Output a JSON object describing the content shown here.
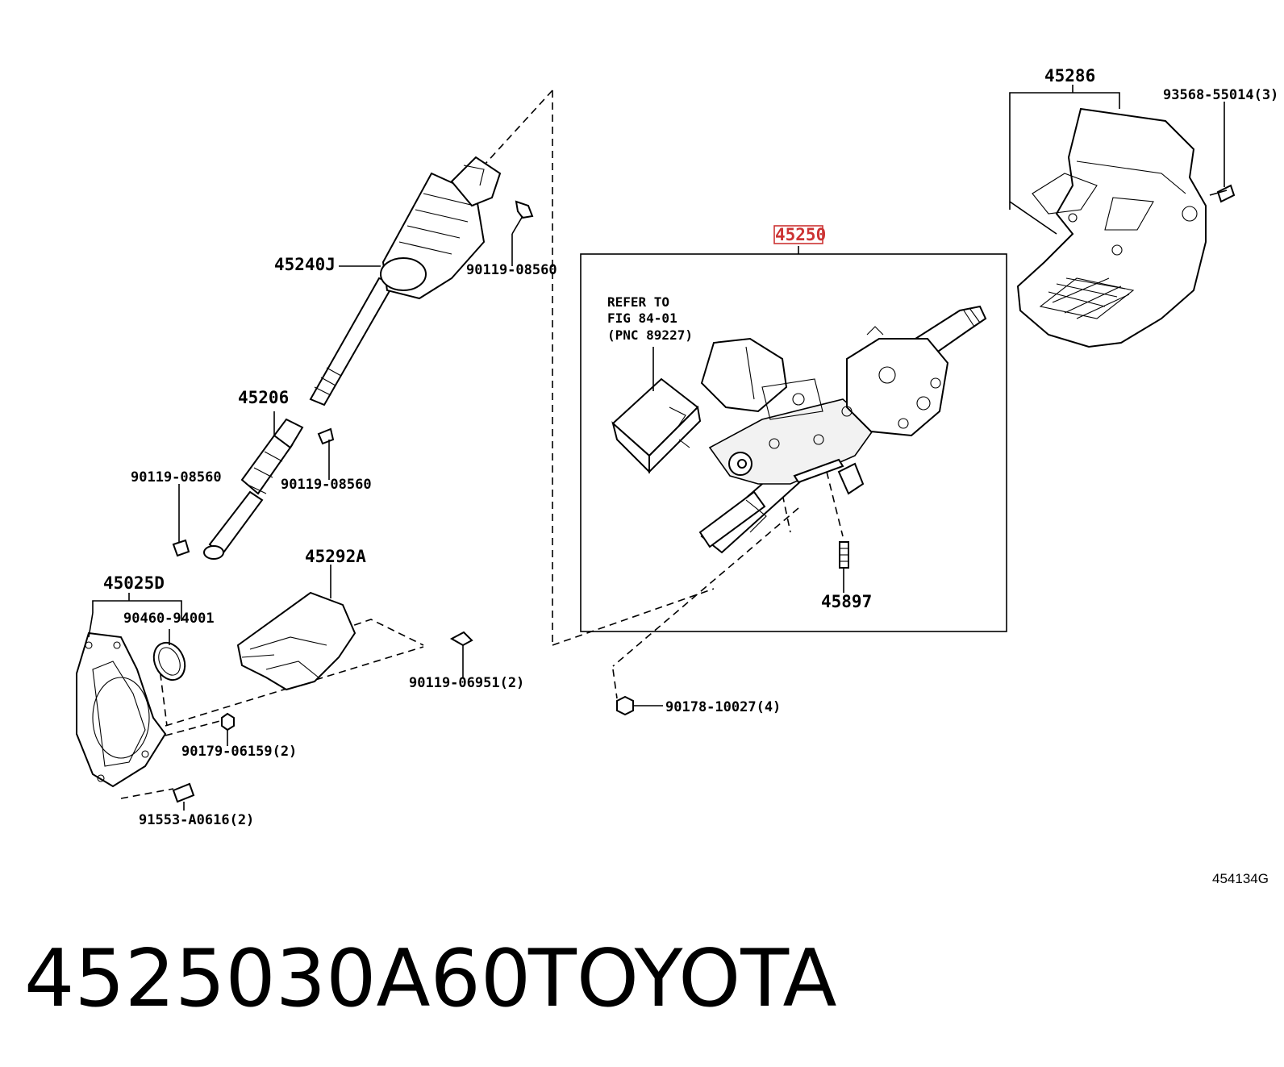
{
  "diagram": {
    "callouts": {
      "c45286": "45286",
      "c93568": "93568-55014(3)",
      "c45250": "45250",
      "c45240j": "45240J",
      "c90119a": "90119-08560",
      "c45206": "45206",
      "c90119b": "90119-08560",
      "c90119c": "90119-08560",
      "c45292a": "45292A",
      "c45025d": "45025D",
      "c90460": "90460-94001",
      "c90119d": "90119-06951(2)",
      "c90179": "90179-06159(2)",
      "c91553": "91553-A0616(2)",
      "c90178": "90178-10027(4)",
      "c45897": "45897"
    },
    "refer_note": {
      "line1": "REFER TO",
      "line2": "FIG 84-01",
      "line3": "(PNC 89227)"
    },
    "figure_code": "454134G"
  },
  "caption": {
    "part_number": "4525030A60",
    "brand": "TOYOTA"
  },
  "colors": {
    "highlight": "#cc3333",
    "ink": "#000000"
  }
}
